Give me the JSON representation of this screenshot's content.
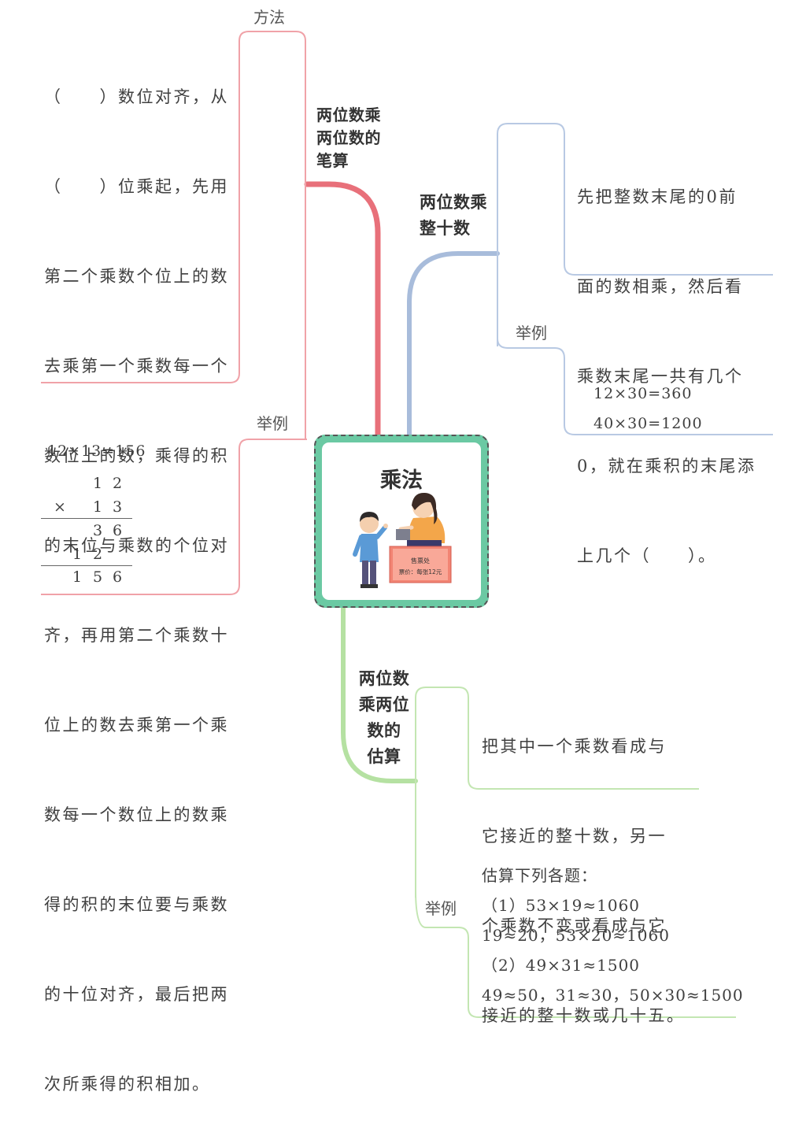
{
  "center": {
    "title": "乘法"
  },
  "illustration": {
    "sign_title": "售票处",
    "sign_price": "票价：每张12元"
  },
  "branch_written": {
    "title_lines": [
      "两位数乘",
      "两位数的",
      "笔算"
    ],
    "method_label": "方法",
    "method_lines": [
      "（　　）数位对齐，从",
      "（　　）位乘起，先用",
      "第二个乘数个位上的数",
      "去乘第一个乘数每一个",
      "数位上的数，乘得的积",
      "的末位与乘数的个位对",
      "齐，再用第二个乘数十",
      "位上的数去乘第一个乘",
      "数每一个数位上的数乘",
      "得的积的末位要与乘数",
      "的十位对齐，最后把两",
      "次所乘得的积相加。"
    ],
    "example_label": "举例",
    "example_equation": "12×13=156",
    "vertical": {
      "row1": [
        "1",
        "2"
      ],
      "times": "×",
      "row2": [
        "1",
        "3"
      ],
      "row3": [
        "3",
        "6"
      ],
      "row4": [
        "1",
        "2"
      ],
      "row5": [
        "1",
        "5",
        "6"
      ]
    }
  },
  "branch_tens": {
    "title_lines": [
      "两位数乘",
      "整十数"
    ],
    "rule_lines": [
      "先把整数末尾的0前",
      "面的数相乘，然后看",
      "乘数末尾一共有几个",
      "0，就在乘积的末尾添",
      "上几个（　　）。"
    ],
    "example_label": "举例",
    "examples": [
      "12×30=360",
      "40×30=1200"
    ]
  },
  "branch_estimate": {
    "title_lines": [
      "两位数",
      "乘两位",
      "数的",
      "估算"
    ],
    "rule_lines": [
      "把其中一个乘数看成与",
      "它接近的整十数，另一",
      "个乘数不变或看成与它",
      "接近的整十数或几十五。"
    ],
    "example_label": "举例",
    "example_lines": [
      "估算下列各题：",
      "（1）53×19≈1060",
      "19≈20，53×20≈1060",
      "（2）49×31≈1500",
      "49≈50，31≈30，50×30≈1500"
    ]
  },
  "colors": {
    "red_branch": "#e8707a",
    "blue_branch": "#a8bcdb",
    "green_branch": "#b5e1a2",
    "center_frame": "#6bc9a3"
  }
}
